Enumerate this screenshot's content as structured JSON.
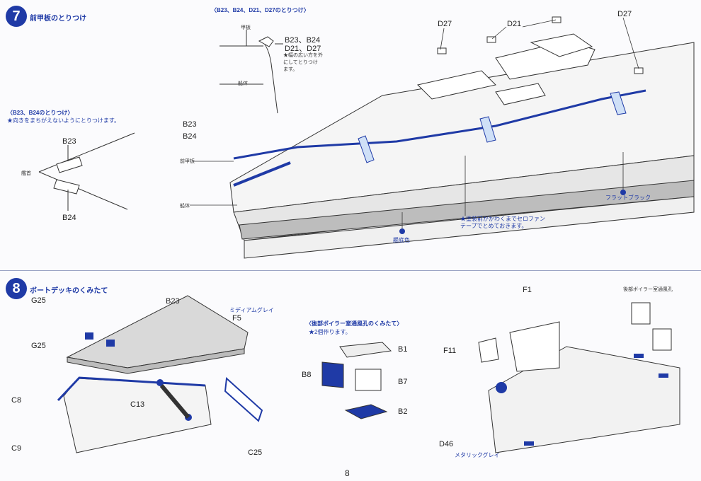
{
  "colors": {
    "accent": "#1f3aa6",
    "hull_gray": "#bdbdbd",
    "line": "#333333"
  },
  "step7": {
    "number": "7",
    "title": "前甲板のとりつけ",
    "subheader": "〈B23、B24、D21、D27のとりつけ〉",
    "inset_labels": {
      "deck": "甲板",
      "parts": "B23、B24",
      "parts2": "D21、D27",
      "note": "★幅の広い方を外\nにしてとりつけ\nます。",
      "hull": "船体"
    },
    "left_title": "〈B23、B24のとりつけ〉",
    "left_note": "★向きをまちがえないようにとりつけます。",
    "left_labels": {
      "b23": "B23",
      "bow": "艦首",
      "b24": "B24"
    },
    "main_labels": {
      "d27a": "D27",
      "d21": "D21",
      "d27b": "D27",
      "b23": "B23",
      "b24": "B24",
      "foredeck": "前甲板",
      "hull": "船体",
      "flat_black": "フラットブラック",
      "tape_note": "★塗装前がかわくまでセロファン\nテープでとめておきます。",
      "ship_bottom": "艦底色"
    }
  },
  "step8": {
    "number": "8",
    "title": "ボートデッキのくみたて",
    "color_note": "ミディアムグレイ",
    "labels": {
      "g25a": "G25",
      "g25b": "G25",
      "b23": "B23",
      "f5": "F5",
      "c8": "C8",
      "c13": "C13",
      "c9": "C9",
      "c25": "C25"
    },
    "boiler_title": "〈後部ボイラー室通風孔のくみたて〉",
    "boiler_note": "★2個作ります。",
    "boiler_labels": {
      "b1": "B1",
      "b8": "B8",
      "b7": "B7",
      "b2": "B2"
    },
    "right_labels": {
      "f1": "F1",
      "f11": "F11",
      "vent": "後部ボイラー室通風孔",
      "d46": "D46",
      "metallic_gray": "メタリックグレイ"
    }
  },
  "page_number": "8"
}
